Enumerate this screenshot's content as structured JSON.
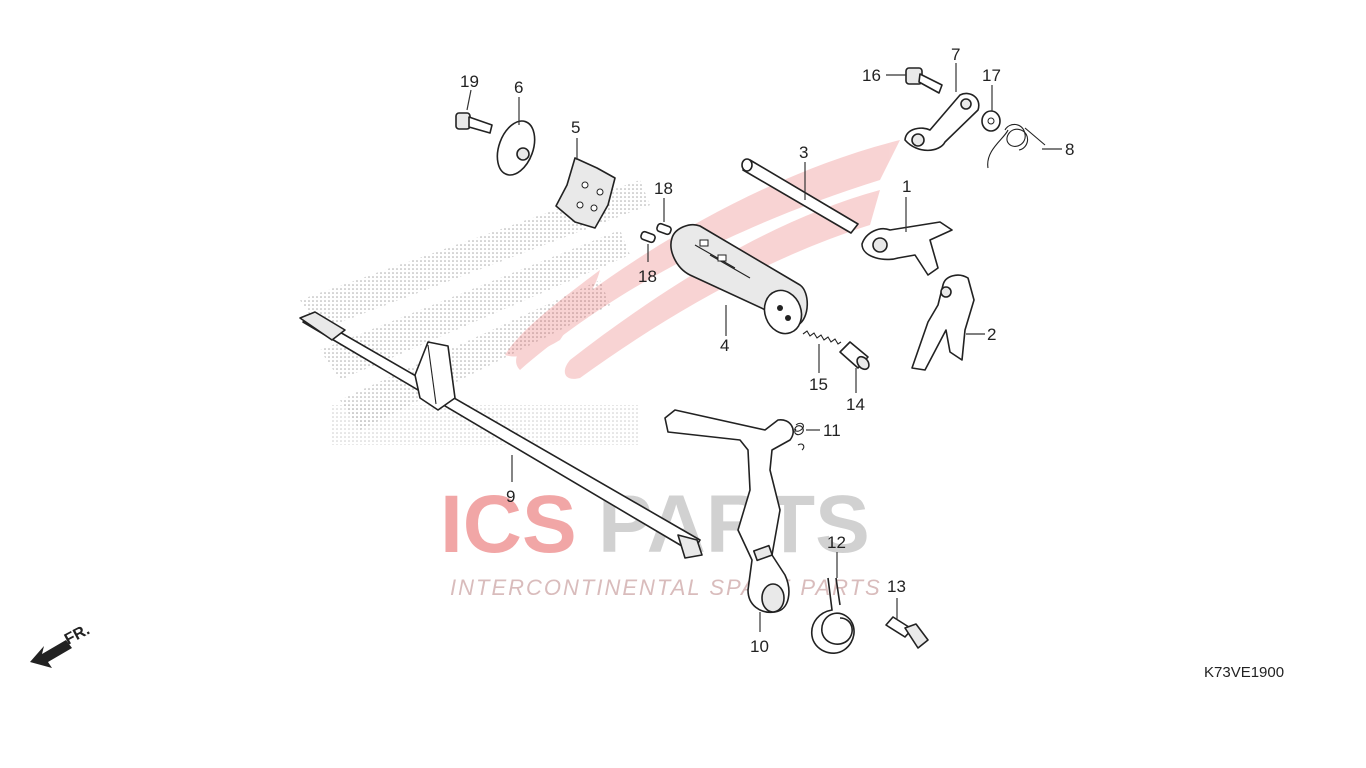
{
  "diagram": {
    "code": "K73VE1900",
    "front_label": "FR.",
    "callouts": [
      {
        "id": "p1",
        "text": "1"
      },
      {
        "id": "p2",
        "text": "2"
      },
      {
        "id": "p3",
        "text": "3"
      },
      {
        "id": "p4",
        "text": "4"
      },
      {
        "id": "p5",
        "text": "5"
      },
      {
        "id": "p6",
        "text": "6"
      },
      {
        "id": "p7",
        "text": "7"
      },
      {
        "id": "p8",
        "text": "8"
      },
      {
        "id": "p9",
        "text": "9"
      },
      {
        "id": "p10",
        "text": "10"
      },
      {
        "id": "p11",
        "text": "11"
      },
      {
        "id": "p12",
        "text": "12"
      },
      {
        "id": "p13",
        "text": "13"
      },
      {
        "id": "p14",
        "text": "14"
      },
      {
        "id": "p15",
        "text": "15"
      },
      {
        "id": "p16",
        "text": "16"
      },
      {
        "id": "p17",
        "text": "17"
      },
      {
        "id": "p18a",
        "text": "18"
      },
      {
        "id": "p18b",
        "text": "18"
      },
      {
        "id": "p19",
        "text": "19"
      }
    ]
  },
  "watermark": {
    "brand_left": "ICS",
    "brand_right": "PARTS",
    "tagline": "INTERCONTINENTAL SPARE PARTS",
    "brand_color": "#e23b3b",
    "gray_color": "#bdbdbd"
  }
}
